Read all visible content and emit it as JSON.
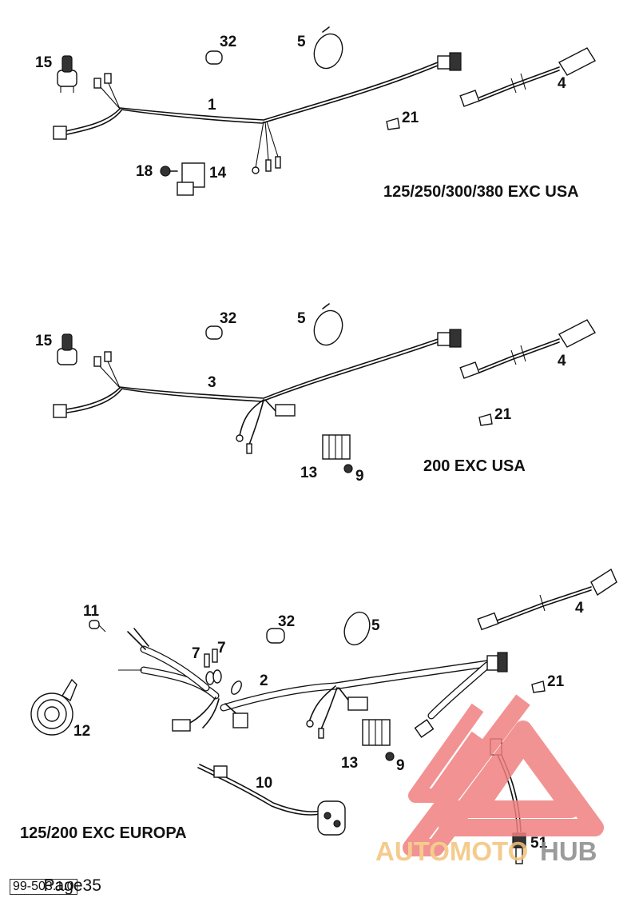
{
  "sections": [
    {
      "title": "125/250/300/380 EXC USA",
      "labels": [
        "15",
        "32",
        "5",
        "1",
        "4",
        "21",
        "18",
        "14"
      ]
    },
    {
      "title": "200 EXC USA",
      "labels": [
        "15",
        "32",
        "5",
        "3",
        "4",
        "21",
        "13",
        "9"
      ]
    },
    {
      "title": "125/200 EXC EUROPA",
      "labels": [
        "11",
        "7",
        "7",
        "32",
        "5",
        "4",
        "2",
        "21",
        "12",
        "13",
        "9",
        "10",
        "51"
      ]
    }
  ],
  "watermark": {
    "text_part1": "AUTOMOTO",
    "text_part2": "HUB",
    "color_primary": "#f08080",
    "color_text1": "#f4c27a",
    "color_text2": "#8a8a8a"
  },
  "footer": {
    "doc_code": "99-503.1.0",
    "page_label": "Page35"
  }
}
